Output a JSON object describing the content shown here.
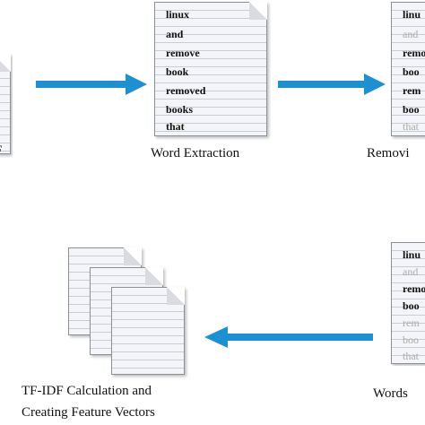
{
  "stages": {
    "left_partial_label": "F",
    "word_extraction": {
      "label": "Word Extraction",
      "words": [
        "linux",
        "and",
        "remove",
        "book",
        "removed",
        "books",
        "that"
      ]
    },
    "removing_partial": {
      "label": "Removi",
      "words": [
        "linu",
        "and",
        "remo",
        "boo",
        "rem",
        "boo",
        "that"
      ]
    },
    "words_partial": {
      "label": "Words",
      "words": [
        "linu",
        "and",
        "remo",
        "boo",
        "rem",
        "boo",
        "that"
      ]
    },
    "tfidf": {
      "label_line1": "TF-IDF Calculation and",
      "label_line2": "Creating Feature Vectors"
    }
  },
  "colors": {
    "arrow": "#1e8fd0"
  }
}
